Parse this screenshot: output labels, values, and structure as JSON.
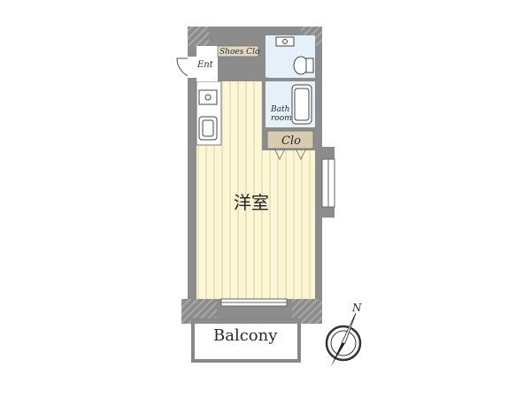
{
  "floorplan": {
    "rooms": {
      "main_room": "洋室",
      "entrance": "Ent",
      "shoes_closet": "Shoes Clo",
      "bath_line1": "Bath",
      "bath_line2": "room",
      "closet": "Clo",
      "balcony": "Balcony"
    },
    "compass": {
      "north": "N"
    },
    "colors": {
      "wall": "#8c8c8c",
      "floor": "#fbf6d6",
      "floor_stripe": "#ece4b6",
      "wet_area": "#e6f0f8",
      "closet_fill": "#d8cbb0",
      "shoes_fill": "#e2d8c2",
      "balcony_fill": "#ffffff"
    }
  }
}
